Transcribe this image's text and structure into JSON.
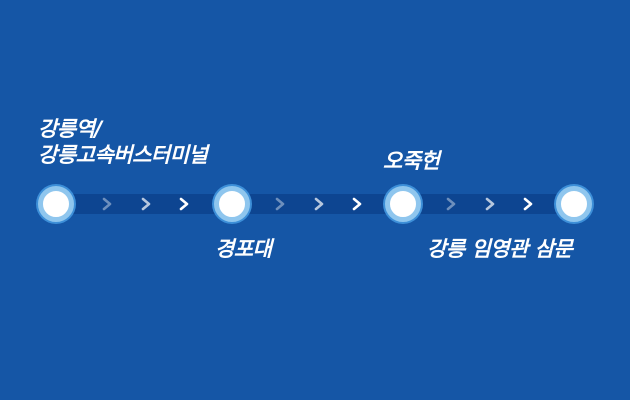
{
  "route": {
    "stops": [
      {
        "id": "gangneung-station",
        "lines": [
          "강릉역/",
          "강릉고속버스터미널"
        ],
        "label_position": "above"
      },
      {
        "id": "gyeongpodae",
        "lines": [
          "경포대"
        ],
        "label_position": "below"
      },
      {
        "id": "ojukheon",
        "lines": [
          "오죽헌"
        ],
        "label_position": "above"
      },
      {
        "id": "imyeonggwan-sammun",
        "lines": [
          "강릉 임영관 삼문"
        ],
        "label_position": "below"
      }
    ],
    "arrow_opacity_steps": [
      0.4,
      0.7,
      1.0
    ]
  },
  "colors": {
    "background": "#1556a6",
    "track": "#0d4591",
    "stop_fill": "#ffffff",
    "stop_ring": "#8fc6ee",
    "label": "#ffffff",
    "arrow": "#ffffff"
  }
}
